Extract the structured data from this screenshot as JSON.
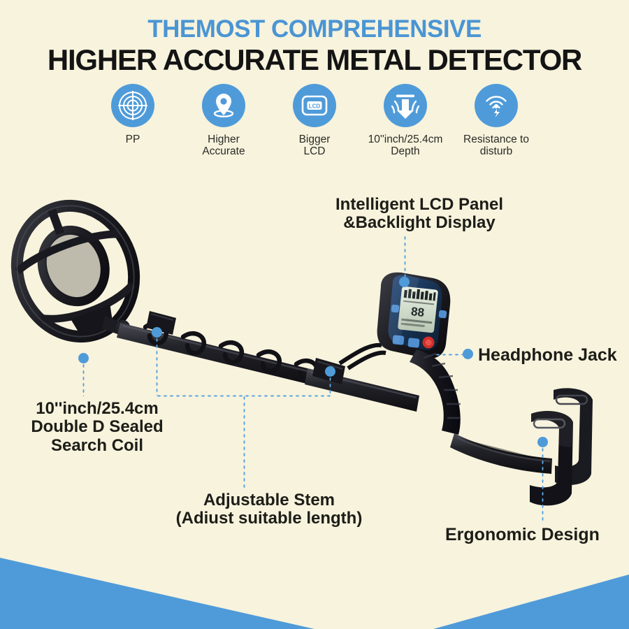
{
  "headline": {
    "subtitle": "THEMOST COMPREHENSIVE",
    "title": "HIGHER ACCURATE METAL DETECTOR"
  },
  "features": [
    {
      "icon": "target-crosshair-icon",
      "label": "PP"
    },
    {
      "icon": "location-pin-icon",
      "label": "Higher\nAccurate"
    },
    {
      "icon": "lcd-screen-icon",
      "label": "Bigger\nLCD"
    },
    {
      "icon": "depth-arrow-icon",
      "label": "10''inch/25.4cm\nDepth"
    },
    {
      "icon": "signal-interference-icon",
      "label": "Resistance to\ndisturb"
    }
  ],
  "callouts": {
    "lcd_panel": "Intelligent LCD Panel\n&Backlight Display",
    "search_coil": "10''inch/25.4cm\nDouble D Sealed\nSearch Coil",
    "adjustable_stem": "Adjustable Stem\n(Adiust suitable length)",
    "headphone_jack": "Headphone Jack",
    "ergonomic_design": "Ergonomic Design"
  },
  "colors": {
    "background": "#f7f3dd",
    "accent_blue": "#4f9bd9",
    "headline_blue": "#4a95d4",
    "text_dark": "#1d1d18",
    "product_black": "#1b1b1f"
  }
}
